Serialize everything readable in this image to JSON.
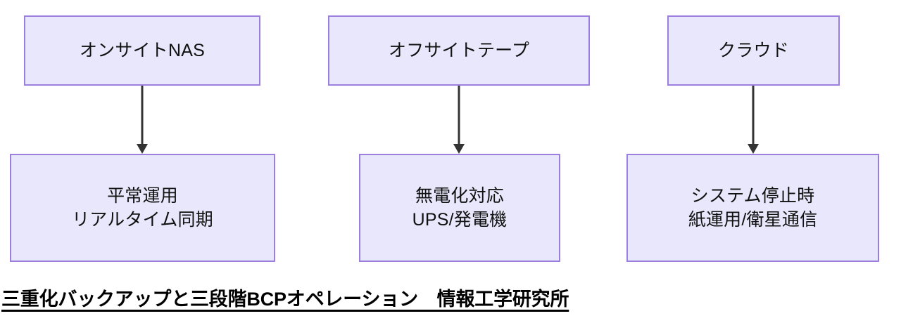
{
  "diagram": {
    "title_caption": "三重化バックアップと三段階BCPオペレーション　情報工学研究所",
    "colors": {
      "node_fill": "#e8e7fb",
      "node_border": "#9b7ede",
      "arrow": "#333333",
      "text": "#111111",
      "caption_text": "#000000",
      "background": "#ffffff"
    },
    "nodes": {
      "onsite_nas": {
        "label": "オンサイトNAS"
      },
      "offsite_tape": {
        "label": "オフサイトテープ"
      },
      "cloud": {
        "label": "クラウド"
      },
      "normal_ops": {
        "line1": "平常運用",
        "line2": "リアルタイム同期"
      },
      "power_loss": {
        "line1": "無電化対応",
        "line2": "UPS/発電機"
      },
      "system_down": {
        "line1": "システム停止時",
        "line2": "紙運用/衛星通信"
      }
    },
    "connectors": [
      {
        "name": "onsite-nas-to-normal-ops",
        "from": "オンサイトNAS",
        "to": "平常運用",
        "style": "arrow-down"
      },
      {
        "name": "offsite-tape-to-power-loss",
        "from": "オフサイトテープ",
        "to": "無電化対応",
        "style": "arrow-down"
      },
      {
        "name": "cloud-to-system-down",
        "from": "クラウド",
        "to": "システム停止時",
        "style": "arrow-down"
      }
    ]
  }
}
